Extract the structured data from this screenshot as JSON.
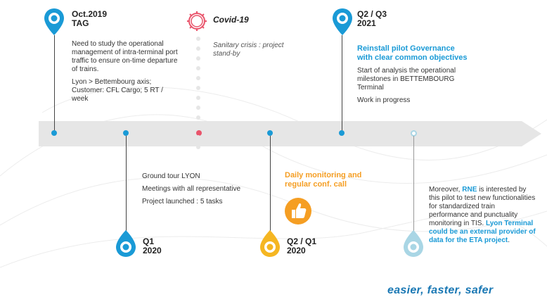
{
  "timeline": {
    "item_oct2019": {
      "title_line1": "Oct.2019",
      "title_line2": "TAG",
      "para1": "Need to study the operational management of intra-terminal port traffic to ensure on-time departure of trains.",
      "para2": "Lyon > Bettembourg axis; Customer: CFL Cargo; 5 RT / week"
    },
    "item_covid": {
      "title": "Covid-19",
      "note": "Sanitary crisis : project stand-by"
    },
    "item_q2q3_2021": {
      "title_line1": "Q2 / Q3",
      "title_line2": "2021",
      "highlight": "Reinstall pilot Governance with clear common objectives",
      "para1": "Start of analysis the operational milestones in BETTEMBOURG Terminal",
      "para2": "Work in progress"
    },
    "item_q1_2020": {
      "title_line1": "Q1",
      "title_line2": "2020",
      "para1": "Ground tour LYON",
      "para2": "Meetings with all representative",
      "para3": "Project launched : 5 tasks"
    },
    "item_q2q1_2020": {
      "title_line1": "Q2 / Q1",
      "title_line2": "2020",
      "highlight": "Daily monitoring and regular conf. call"
    },
    "item_rne": {
      "text_a": "Moreover, ",
      "text_b": "RNE",
      "text_c": " is interested by this pilot to test new functionalities for standardized train performance and punctuality monitoring in TIS. ",
      "text_d": "Lyon Terminal could be an external provider of data for the ETA project",
      "text_e": "."
    }
  },
  "tagline": "easier, faster, safer",
  "colors": {
    "blue": "#1a9ad6",
    "red": "#e9546b",
    "orange": "#f5b622",
    "light_blue": "#a9d6e5",
    "arrow_gray": "#e6e6e6"
  },
  "icons": [
    "map-pin-icon",
    "virus-icon",
    "thumbs-up-icon"
  ]
}
